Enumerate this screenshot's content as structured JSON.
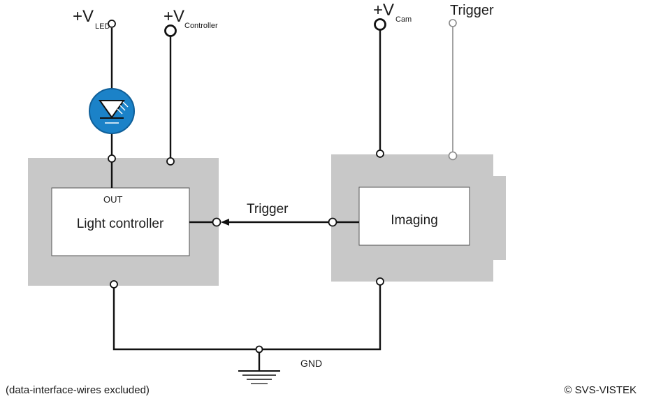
{
  "supplies": {
    "led": {
      "prefix": "+V",
      "sub": "LED"
    },
    "controller": {
      "prefix": "+V",
      "sub": "Controller"
    },
    "cam": {
      "prefix": "+V",
      "sub": "Cam"
    }
  },
  "labels": {
    "trigger_top": "Trigger",
    "trigger_mid": "Trigger",
    "out": "OUT",
    "gnd": "GND"
  },
  "blocks": {
    "light_controller": "Light controller",
    "imaging": "Imaging"
  },
  "footer": {
    "note": "(data-interface-wires excluded)",
    "copyright": "© SVS-VISTEK"
  },
  "colors": {
    "housing": "#c8c8c8",
    "led_fill": "#1b82c8",
    "wire": "#111111",
    "trigger_wire": "#8a8a8a"
  }
}
